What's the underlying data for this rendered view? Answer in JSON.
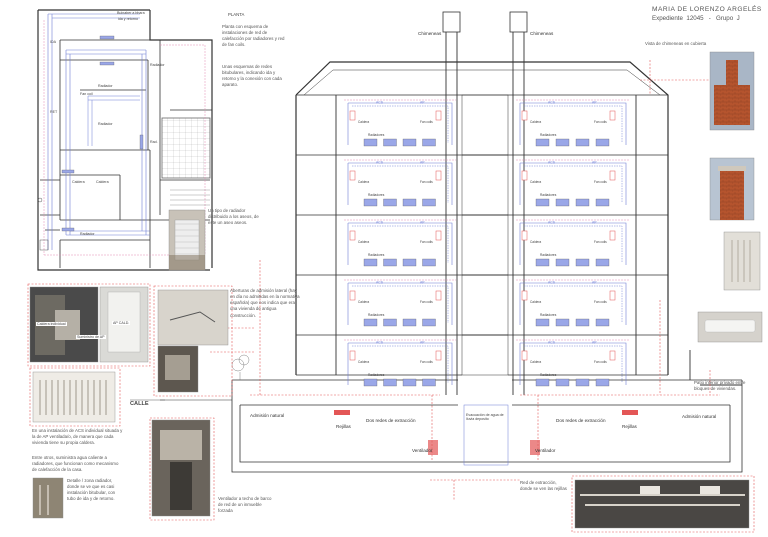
{
  "header": {
    "author": "MARIA DE LORENZO ARGELÉS",
    "expediente": "Expediente  12045   -   Grupo  J"
  },
  "planta": {
    "title": "PLANTA",
    "text": "Planta con esquema de instalaciones de red de calefacción por radiadores y red de fan coils.",
    "text2": "Unas esquemas de redes bitubulares, indicando ida y retorno y la conexión con cada aparato.",
    "room_labels": {
      "top_label1": "Buinaber a bhara",
      "top_label2": "ida y retorno",
      "radiador1": "Radiador",
      "radiador2": "Radiador",
      "radiador3": "Radiador",
      "fancoil": "Fan coil",
      "caldera": "Caldera",
      "radiador4": "Radiador",
      "caldera2": "Caldera",
      "rad_small": "Rad.",
      "ida": "IDA",
      "retorno": "RET"
    }
  },
  "annotations": {
    "radiator_type": "Un tipo de radiador distribuido a los aseos, de este un aseo aseos.",
    "vent": "Aberturas de admisión lateral (hay en día no admitidas en la normativa española) que nos indica que era una vivienda de antigua construcción.",
    "acs": "En una instalación de ACS individual situada y la de AP ventilada/o, de manera que cada vivienda tiene su propia caldera.",
    "caldera_note": "Entre otros, suministra agua caliente a radiadores, que funcionan como mecanismo de calefacción de la casa.",
    "detalle": "Detalle / zona radiador, donde se ve que es casi instalación bitubular, con tubo de ida y de retorno.",
    "ventilador": "Ventilador a techo de barco de red de un inmueble forzada",
    "rejilla": "Red de extracción, donde se ven las rejillas",
    "patio": "Patio interior privado entre bloques de viviendas.",
    "vista": "Vista de chimeneas en cubierta",
    "caldera_tag1": "Caldera individual",
    "caldera_tag2": "Suministro de AP",
    "caldera_tag3": "AP CALD."
  },
  "section": {
    "chimenea_left": "Chimeneas",
    "chimenea_right": "Chimeneas",
    "calle": "CALLE",
    "admision_left": "Admisión natural",
    "rejillas_left": "Rejillas",
    "dos_redes_left": "Dos redes de extracción",
    "dos_redes_right": "Dos redes de extracción",
    "rejillas_right": "Rejillas",
    "admision_right": "Admisión natural",
    "ventilador_left": "Ventilador",
    "ventilador_right": "Ventilador",
    "center_note": "Evacuación de agua de lluvia deposito",
    "floor_labels": {
      "acs": "ACS",
      "ap": "AP",
      "caldera": "Caldera",
      "radiadores": "Radiadores",
      "fan_coils": "Fan coils"
    }
  }
}
